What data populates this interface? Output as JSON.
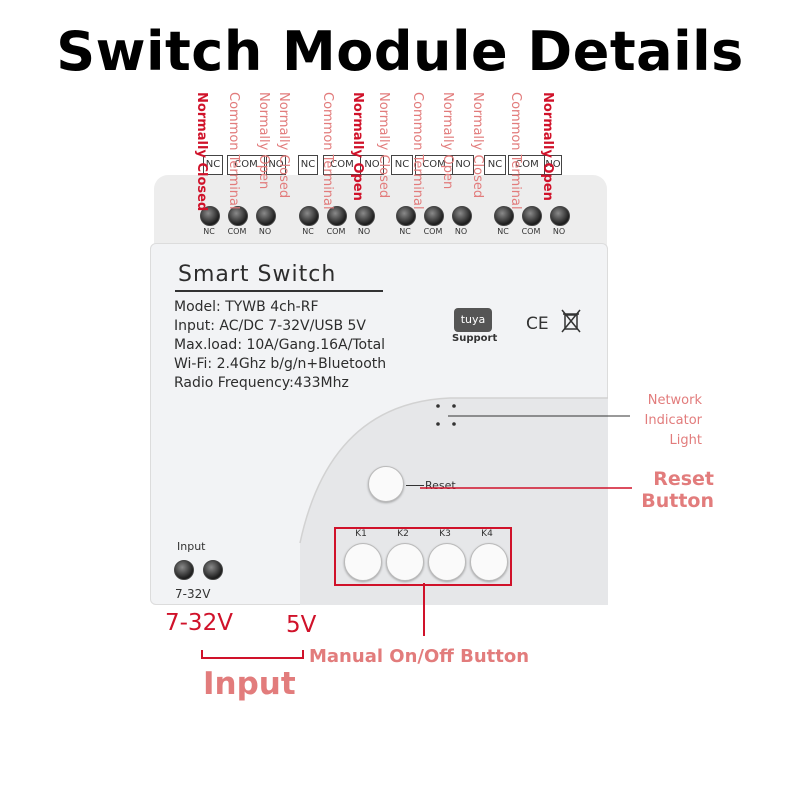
{
  "title": "Switch Module Details",
  "terminal_labels_printed": [
    "NC",
    "COM",
    "NO"
  ],
  "terminal_box_labels": [
    "NC",
    "COM",
    "NO",
    "NC",
    "COM",
    "NO",
    "NC",
    "COM",
    "NO",
    "NC",
    "COM",
    "NO"
  ],
  "callouts": {
    "normally_closed": "Normally Closed",
    "common_terminal": "Common Terminal",
    "normally_open": "Normally Open"
  },
  "device": {
    "brand_title": "Smart  Switch",
    "model": "Model:  TYWB 4ch-RF",
    "input": "Input:  AC/DC 7-32V/USB 5V",
    "max_load": "Max.load:   10A/Gang.16A/Total",
    "wifi": "Wi-Fi:  2.4Ghz b/g/n+Bluetooth",
    "radio": "Radio Frequency:433Mhz",
    "tuya_logo": "tuya",
    "tuya_support": "Support",
    "ce_mark": "CE",
    "reset_label": "Reset",
    "input_label": "Input",
    "input_voltage": "7-32V",
    "keys": [
      "K1",
      "K2",
      "K3",
      "K4"
    ]
  },
  "annotations": {
    "network_light": [
      "Network",
      "Indicator",
      "Light"
    ],
    "reset_button": [
      "Reset",
      "Button"
    ],
    "input_7_32v": "7-32V",
    "input_5v": "5V",
    "input_label": "Input",
    "manual_button": "Manual On/Off Button"
  },
  "colors": {
    "annotation_pink": "#e27c7c",
    "annotation_red": "#d0122a",
    "box_red": "#d0122a"
  }
}
